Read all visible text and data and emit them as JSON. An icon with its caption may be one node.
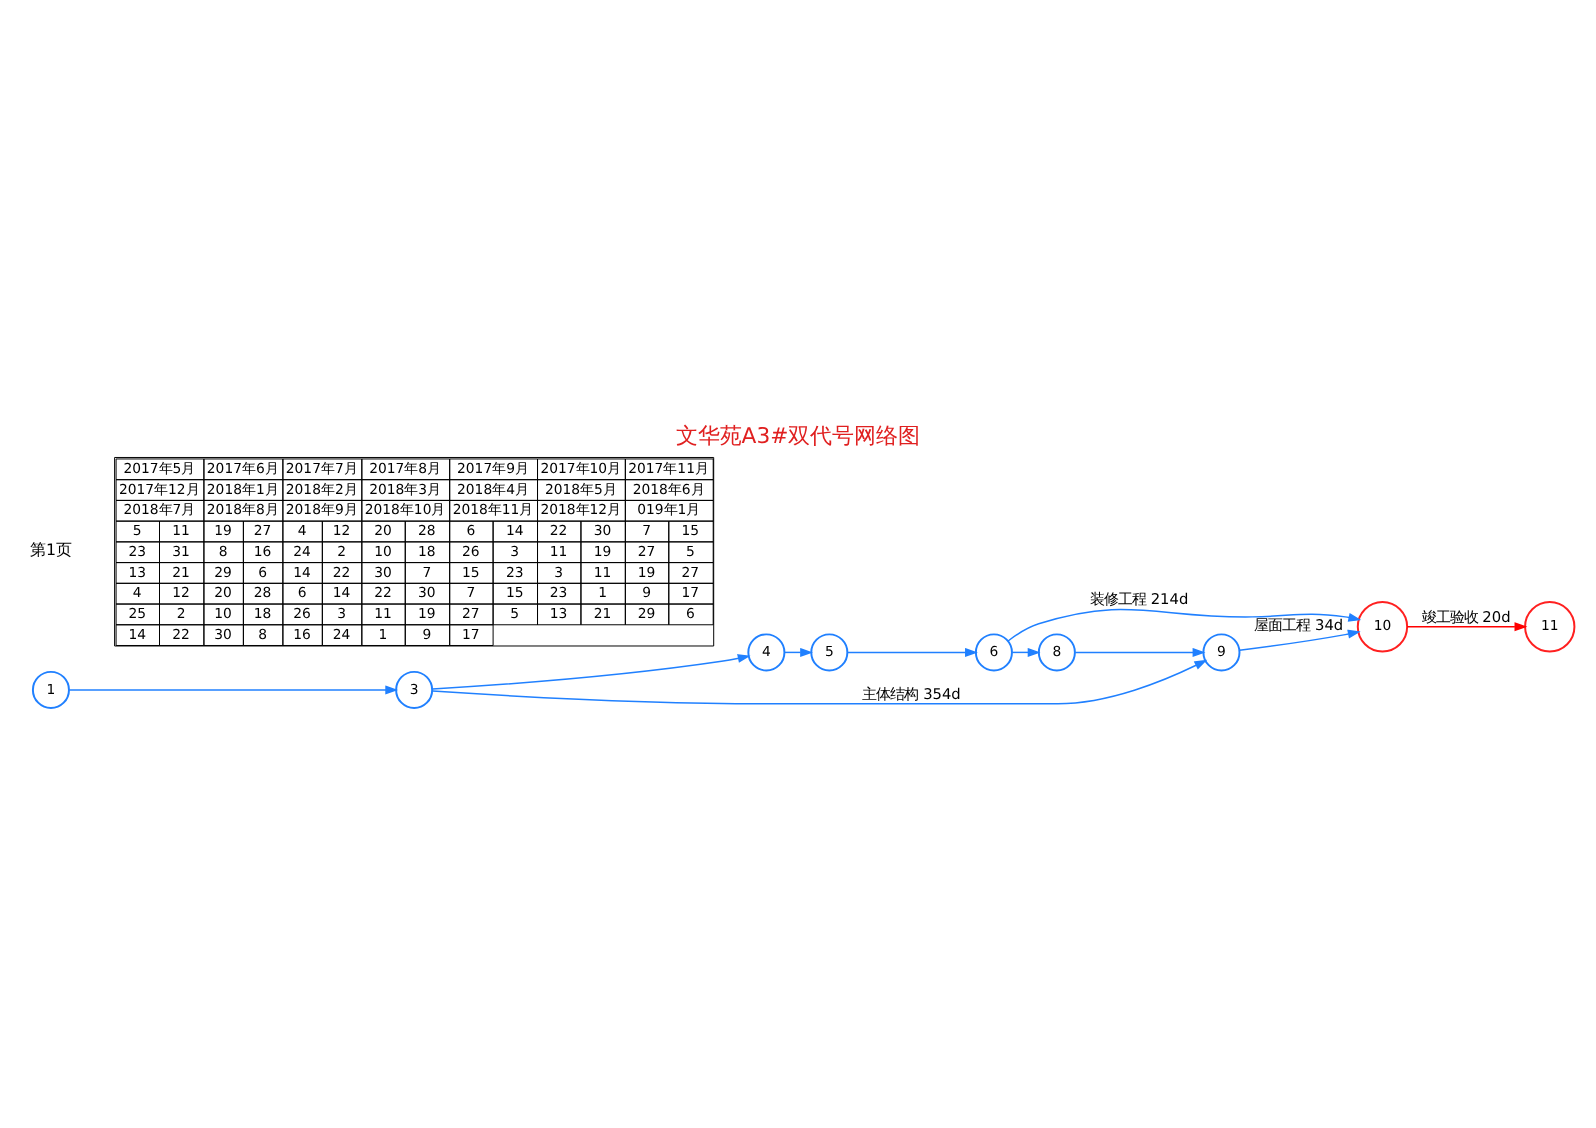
{
  "diagram": {
    "title": "文华苑A3#双代号网络图",
    "nodes": [
      {
        "text": [
          "1"
        ]
      },
      {
        "text": [
          "3"
        ]
      },
      {
        "text": [
          "4"
        ]
      },
      {
        "text": [
          "5"
        ]
      },
      {
        "text": [
          "6"
        ]
      },
      {
        "text": [
          "8"
        ]
      },
      {
        "text": [
          "9"
        ]
      },
      {
        "text": [
          "10"
        ]
      },
      {
        "text": [
          "11"
        ]
      }
    ],
    "edges": [
      {
        "from": 0,
        "to": 1,
        "arrow": "to"
      },
      {
        "from": 1,
        "to": 6,
        "arrow": "to",
        "label": "主体结构 354d"
      },
      {
        "from": 1,
        "to": 2,
        "arrow": "to"
      },
      {
        "from": 2,
        "to": 3,
        "arrow": "to"
      },
      {
        "from": 3,
        "to": 4,
        "arrow": "to"
      },
      {
        "from": 4,
        "to": 5,
        "arrow": "to"
      },
      {
        "from": 5,
        "to": 6,
        "arrow": "to"
      },
      {
        "from": 4,
        "to": 7,
        "arrow": "to",
        "label": "装修工程 214d"
      },
      {
        "from": 6,
        "to": 7,
        "arrow": "to",
        "label": "屋面工程 34d"
      },
      {
        "from": 7,
        "to": 8,
        "arrow": "to",
        "label": "竣工验收 20d",
        "color": "#ff0000"
      }
    ],
    "labels": [
      "第1页",
      "2017年5月",
      "2017年6月",
      "2017年7月",
      "2017年8月",
      "2017年9月",
      "2017年10月",
      "2017年11月",
      "2017年12月",
      "2018年1月",
      "2018年2月",
      "2018年3月",
      "2018年4月",
      "2018年5月",
      "2018年6月",
      "2018年7月",
      "2018年8月",
      "2018年9月",
      "2018年10月",
      "2018年11月",
      "2018年12月",
      "019年1月",
      "5",
      "11",
      "19",
      "27",
      "4",
      "12",
      "20",
      "28",
      "6",
      "14",
      "22",
      "30",
      "7",
      "15",
      "23",
      "31",
      "8",
      "16",
      "24",
      "2",
      "10",
      "18",
      "26",
      "3",
      "11",
      "19",
      "27",
      "5",
      "13",
      "21",
      "29",
      "6",
      "14",
      "22",
      "30",
      "7",
      "15",
      "23",
      "3",
      "11",
      "19",
      "27",
      "4",
      "12",
      "20",
      "28",
      "6",
      "14",
      "22",
      "30",
      "7",
      "15",
      "23",
      "1",
      "9",
      "17",
      "25",
      "2",
      "10",
      "18",
      "26",
      "3",
      "11",
      "19",
      "27",
      "5",
      "13",
      "21",
      "29",
      "6",
      "14",
      "22",
      "30",
      "8",
      "16",
      "24",
      "1",
      "9",
      "17"
    ]
  }
}
